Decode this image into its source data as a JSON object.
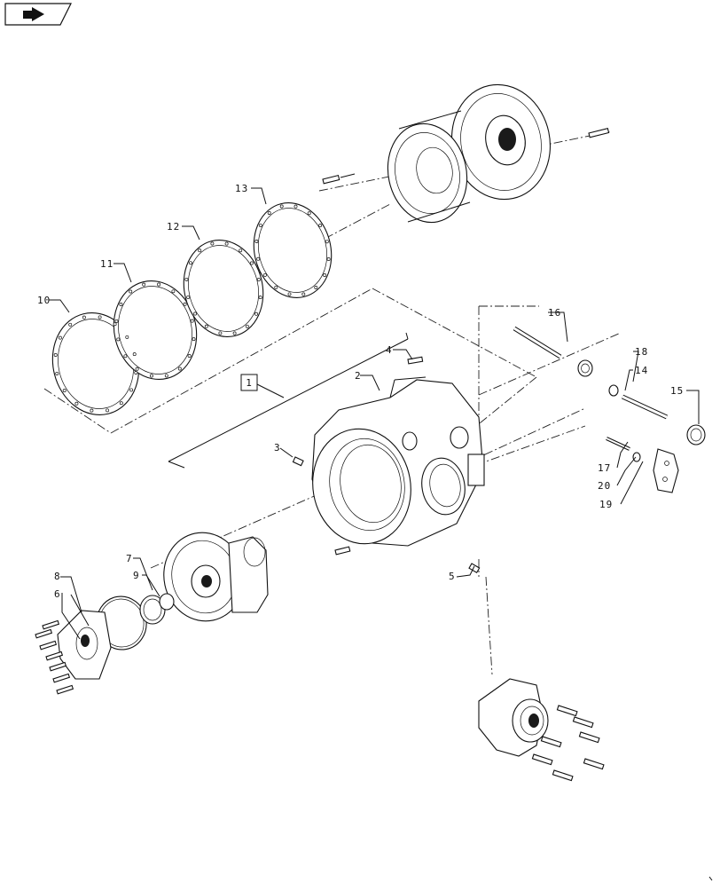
{
  "nav_button": {
    "icon": "next-page-arrow-icon"
  },
  "diagram": {
    "assembly_box_label": "1",
    "callouts": [
      {
        "id": "c2",
        "label": "2"
      },
      {
        "id": "c3",
        "label": "3"
      },
      {
        "id": "c4",
        "label": "4"
      },
      {
        "id": "c5",
        "label": "5"
      },
      {
        "id": "c6",
        "label": "6"
      },
      {
        "id": "c7",
        "label": "7"
      },
      {
        "id": "c8",
        "label": "8"
      },
      {
        "id": "c9",
        "label": "9"
      },
      {
        "id": "c10",
        "label": "10"
      },
      {
        "id": "c11",
        "label": "11"
      },
      {
        "id": "c12",
        "label": "12"
      },
      {
        "id": "c13",
        "label": "13"
      },
      {
        "id": "c14",
        "label": "14"
      },
      {
        "id": "c15",
        "label": "15"
      },
      {
        "id": "c16",
        "label": "16"
      },
      {
        "id": "c17",
        "label": "17"
      },
      {
        "id": "c18",
        "label": "18"
      },
      {
        "id": "c19",
        "label": "19"
      },
      {
        "id": "c20",
        "label": "20"
      }
    ]
  }
}
